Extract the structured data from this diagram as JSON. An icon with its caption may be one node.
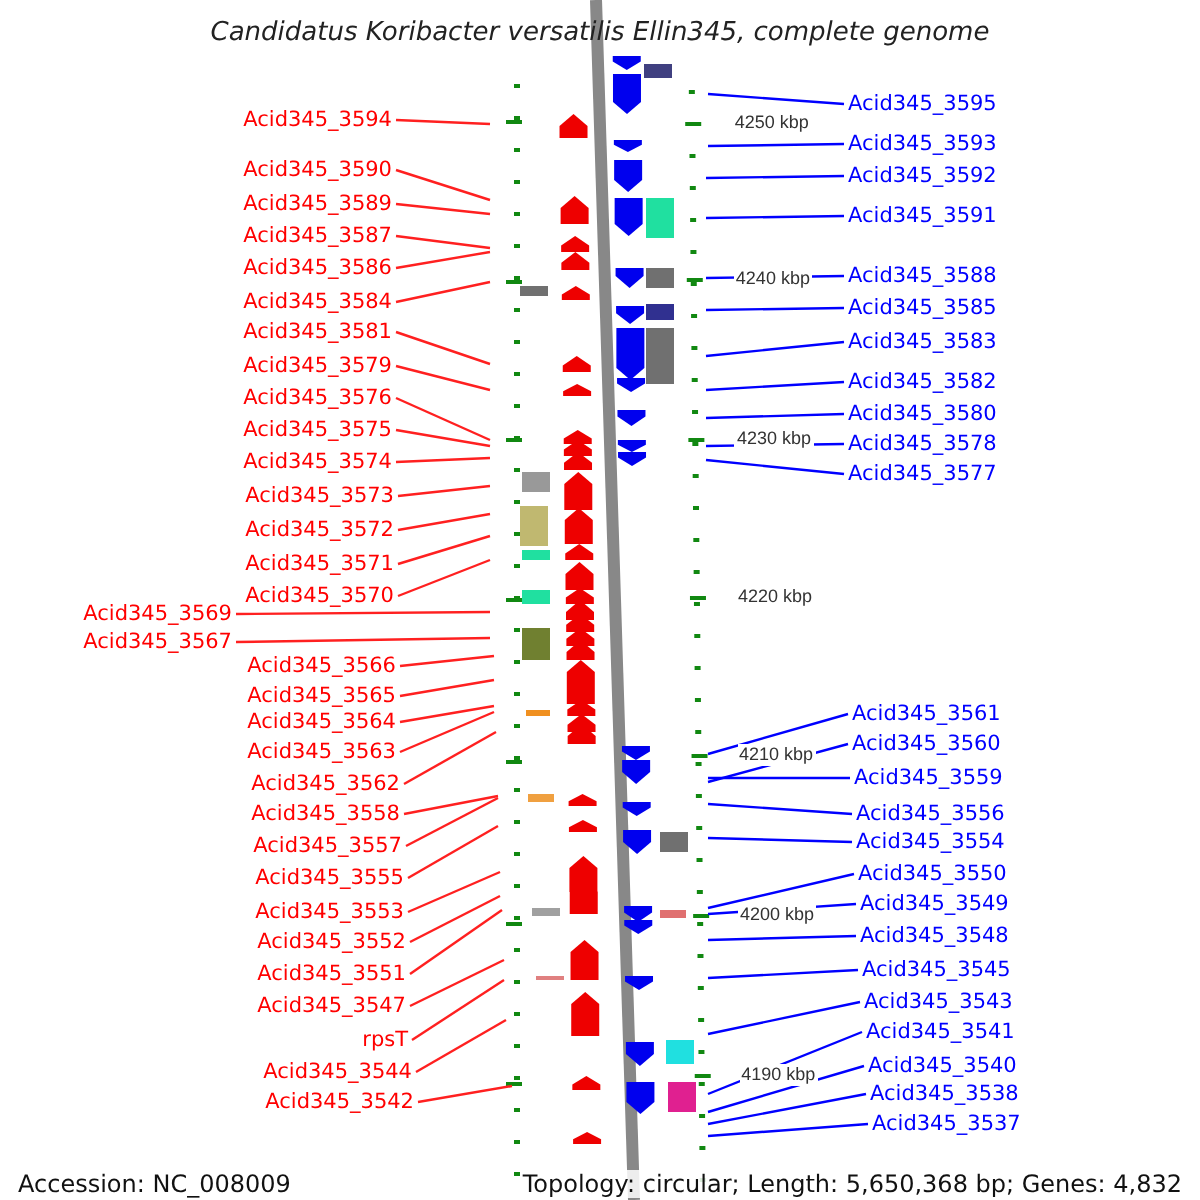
{
  "diagram": {
    "title": "Candidatus Koribacter versatilis Ellin345, complete genome",
    "nodes": [
      {
        "text": [
          "Acid345_3594"
        ]
      },
      {
        "text": [
          "Acid345_3590"
        ]
      },
      {
        "text": [
          "Acid345_3589"
        ]
      },
      {
        "text": [
          "Acid345_3587"
        ]
      },
      {
        "text": [
          "Acid345_3586"
        ]
      },
      {
        "text": [
          "Acid345_3584"
        ]
      },
      {
        "text": [
          "Acid345_3581"
        ]
      },
      {
        "text": [
          "Acid345_3579"
        ]
      },
      {
        "text": [
          "Acid345_3576"
        ]
      },
      {
        "text": [
          "Acid345_3575"
        ]
      },
      {
        "text": [
          "Acid345_3574"
        ]
      },
      {
        "text": [
          "Acid345_3573"
        ]
      },
      {
        "text": [
          "Acid345_3572"
        ]
      },
      {
        "text": [
          "Acid345_3571"
        ]
      },
      {
        "text": [
          "Acid345_3570"
        ]
      },
      {
        "text": [
          "Acid345_3569"
        ]
      },
      {
        "text": [
          "Acid345_3567"
        ]
      },
      {
        "text": [
          "Acid345_3566"
        ]
      },
      {
        "text": [
          "Acid345_3565"
        ]
      },
      {
        "text": [
          "Acid345_3564"
        ]
      },
      {
        "text": [
          "Acid345_3563"
        ]
      },
      {
        "text": [
          "Acid345_3562"
        ]
      },
      {
        "text": [
          "Acid345_3558"
        ]
      },
      {
        "text": [
          "Acid345_3557"
        ]
      },
      {
        "text": [
          "Acid345_3555"
        ]
      },
      {
        "text": [
          "Acid345_3553"
        ]
      },
      {
        "text": [
          "Acid345_3552"
        ]
      },
      {
        "text": [
          "Acid345_3551"
        ]
      },
      {
        "text": [
          "Acid345_3547"
        ]
      },
      {
        "text": [
          "rpsT"
        ]
      },
      {
        "text": [
          "Acid345_3544"
        ]
      },
      {
        "text": [
          "Acid345_3542"
        ]
      },
      {
        "text": [
          "Acid345_3595"
        ]
      },
      {
        "text": [
          "Acid345_3593"
        ]
      },
      {
        "text": [
          "Acid345_3592"
        ]
      },
      {
        "text": [
          "Acid345_3591"
        ]
      },
      {
        "text": [
          "Acid345_3588"
        ]
      },
      {
        "text": [
          "Acid345_3585"
        ]
      },
      {
        "text": [
          "Acid345_3583"
        ]
      },
      {
        "text": [
          "Acid345_3582"
        ]
      },
      {
        "text": [
          "Acid345_3580"
        ]
      },
      {
        "text": [
          "Acid345_3578"
        ]
      },
      {
        "text": [
          "Acid345_3577"
        ]
      },
      {
        "text": [
          "Acid345_3561"
        ]
      },
      {
        "text": [
          "Acid345_3560"
        ]
      },
      {
        "text": [
          "Acid345_3559"
        ]
      },
      {
        "text": [
          "Acid345_3556"
        ]
      },
      {
        "text": [
          "Acid345_3554"
        ]
      },
      {
        "text": [
          "Acid345_3550"
        ]
      },
      {
        "text": [
          "Acid345_3549"
        ]
      },
      {
        "text": [
          "Acid345_3548"
        ]
      },
      {
        "text": [
          "Acid345_3545"
        ]
      },
      {
        "text": [
          "Acid345_3543"
        ]
      },
      {
        "text": [
          "Acid345_3541"
        ]
      },
      {
        "text": [
          "Acid345_3540"
        ]
      },
      {
        "text": [
          "Acid345_3538"
        ]
      },
      {
        "text": [
          "Acid345_3537"
        ]
      }
    ],
    "edges": [
      {
        "from": 0,
        "to": null,
        "arrow": "none"
      },
      {
        "from": 1,
        "to": null,
        "arrow": "none"
      },
      {
        "from": 2,
        "to": null,
        "arrow": "none"
      },
      {
        "from": 3,
        "to": null,
        "arrow": "none"
      },
      {
        "from": 4,
        "to": null,
        "arrow": "none"
      },
      {
        "from": 5,
        "to": null,
        "arrow": "none"
      },
      {
        "from": 6,
        "to": null,
        "arrow": "none"
      },
      {
        "from": 7,
        "to": null,
        "arrow": "none"
      },
      {
        "from": 8,
        "to": null,
        "arrow": "none"
      },
      {
        "from": 9,
        "to": null,
        "arrow": "none"
      },
      {
        "from": 10,
        "to": null,
        "arrow": "none"
      },
      {
        "from": 11,
        "to": null,
        "arrow": "none"
      },
      {
        "from": 12,
        "to": null,
        "arrow": "none"
      },
      {
        "from": 13,
        "to": null,
        "arrow": "none"
      },
      {
        "from": 14,
        "to": null,
        "arrow": "none"
      },
      {
        "from": 15,
        "to": null,
        "arrow": "none"
      },
      {
        "from": 16,
        "to": null,
        "arrow": "none"
      },
      {
        "from": 17,
        "to": null,
        "arrow": "none"
      },
      {
        "from": 18,
        "to": null,
        "arrow": "none"
      },
      {
        "from": 19,
        "to": null,
        "arrow": "none"
      },
      {
        "from": 20,
        "to": null,
        "arrow": "none"
      },
      {
        "from": 21,
        "to": null,
        "arrow": "none"
      },
      {
        "from": 22,
        "to": null,
        "arrow": "none"
      },
      {
        "from": 23,
        "to": null,
        "arrow": "none"
      },
      {
        "from": 24,
        "to": null,
        "arrow": "none"
      },
      {
        "from": 25,
        "to": null,
        "arrow": "none"
      },
      {
        "from": 26,
        "to": null,
        "arrow": "none"
      },
      {
        "from": 27,
        "to": null,
        "arrow": "none"
      },
      {
        "from": 28,
        "to": null,
        "arrow": "none"
      },
      {
        "from": 29,
        "to": null,
        "arrow": "none"
      },
      {
        "from": 30,
        "to": null,
        "arrow": "none"
      },
      {
        "from": 31,
        "to": null,
        "arrow": "none"
      },
      {
        "from": 32,
        "to": null,
        "arrow": "none",
        "color": "#0000ff"
      },
      {
        "from": 33,
        "to": null,
        "arrow": "none",
        "color": "#0000ff"
      },
      {
        "from": 34,
        "to": null,
        "arrow": "none",
        "color": "#0000ff"
      },
      {
        "from": 35,
        "to": null,
        "arrow": "none",
        "color": "#0000ff"
      },
      {
        "from": 36,
        "to": null,
        "arrow": "none",
        "color": "#0000ff"
      },
      {
        "from": 37,
        "to": null,
        "arrow": "none",
        "color": "#0000ff"
      },
      {
        "from": 38,
        "to": null,
        "arrow": "none",
        "color": "#0000ff"
      },
      {
        "from": 39,
        "to": null,
        "arrow": "none",
        "color": "#0000ff"
      },
      {
        "from": 40,
        "to": null,
        "arrow": "none",
        "color": "#0000ff"
      },
      {
        "from": 41,
        "to": null,
        "arrow": "none",
        "color": "#0000ff"
      },
      {
        "from": 42,
        "to": null,
        "arrow": "none",
        "color": "#0000ff"
      },
      {
        "from": 43,
        "to": null,
        "arrow": "none",
        "color": "#0000ff"
      },
      {
        "from": 44,
        "to": null,
        "arrow": "none",
        "color": "#0000ff"
      },
      {
        "from": 45,
        "to": null,
        "arrow": "none",
        "color": "#0000ff"
      },
      {
        "from": 46,
        "to": null,
        "arrow": "none",
        "color": "#0000ff"
      },
      {
        "from": 47,
        "to": null,
        "arrow": "none",
        "color": "#0000ff"
      },
      {
        "from": 48,
        "to": null,
        "arrow": "none",
        "color": "#0000ff"
      },
      {
        "from": 49,
        "to": null,
        "arrow": "none",
        "color": "#0000ff"
      },
      {
        "from": 50,
        "to": null,
        "arrow": "none",
        "color": "#0000ff"
      },
      {
        "from": 51,
        "to": null,
        "arrow": "none",
        "color": "#0000ff"
      },
      {
        "from": 52,
        "to": null,
        "arrow": "none",
        "color": "#0000ff"
      },
      {
        "from": 53,
        "to": null,
        "arrow": "none",
        "color": "#0000ff"
      },
      {
        "from": 54,
        "to": null,
        "arrow": "none",
        "color": "#0000ff"
      },
      {
        "from": 55,
        "to": null,
        "arrow": "none",
        "color": "#0000ff"
      },
      {
        "from": 56,
        "to": null,
        "arrow": "none",
        "color": "#0000ff"
      }
    ],
    "labels": [
      "4250 kbp",
      "4240 kbp",
      "4230 kbp",
      "4220 kbp",
      "4210 kbp",
      "4200 kbp",
      "4190 kbp",
      "Accession: NC_008009",
      "Topology: circular; Length: 5,650,368 bp; Genes: 4,832"
    ]
  }
}
